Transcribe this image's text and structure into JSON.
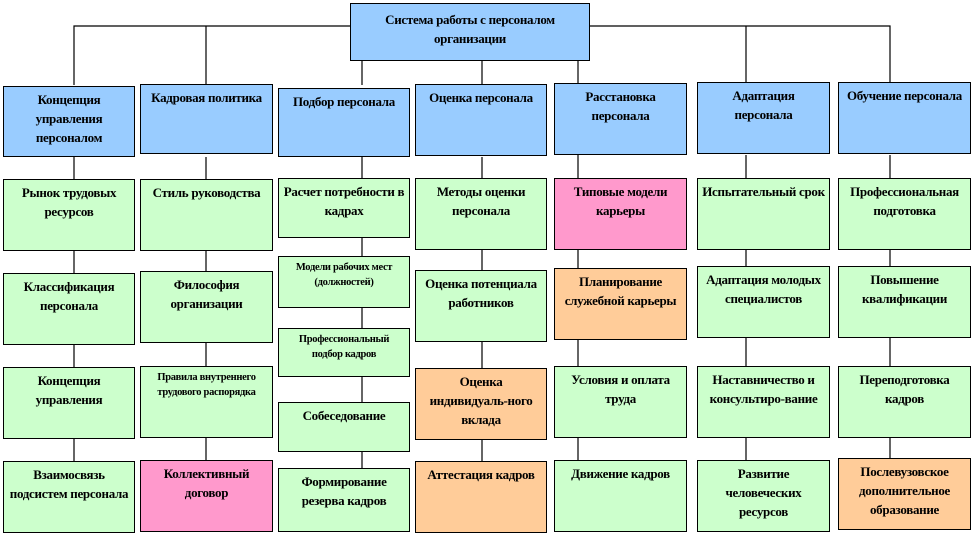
{
  "colors": {
    "blue": "#99ccff",
    "green": "#ccffcc",
    "pink": "#ff99cc",
    "orange": "#ffcc99"
  },
  "root": {
    "label": "Система работы с персоналом организации",
    "color": "blue"
  },
  "columns": [
    {
      "header": "Концепция управления персоналом",
      "items": [
        {
          "label": "Рынок трудовых ресурсов",
          "color": "green"
        },
        {
          "label": "Классификация персонала",
          "color": "green"
        },
        {
          "label": "Концепция управления",
          "color": "green"
        },
        {
          "label": "Взаимосвязь подсистем персонала",
          "color": "green"
        }
      ]
    },
    {
      "header": "Кадровая политика",
      "items": [
        {
          "label": "Стиль руководства",
          "color": "green"
        },
        {
          "label": "Философия организации",
          "color": "green"
        },
        {
          "label": "Правила внутреннего трудового распорядка",
          "color": "green"
        },
        {
          "label": "Коллективный договор",
          "color": "pink"
        }
      ]
    },
    {
      "header": "Подбор персонала",
      "items": [
        {
          "label": "Расчет потребности в кадрах",
          "color": "green"
        },
        {
          "label": "Модели рабочих мест (должностей)",
          "color": "green"
        },
        {
          "label": "Профессиональный подбор кадров",
          "color": "green"
        },
        {
          "label": "Собеседование",
          "color": "green"
        },
        {
          "label": "Формирование резерва кадров",
          "color": "green"
        }
      ]
    },
    {
      "header": "Оценка персонала",
      "items": [
        {
          "label": "Методы оценки персонала",
          "color": "green"
        },
        {
          "label": "Оценка потенциала работников",
          "color": "green"
        },
        {
          "label": "Оценка индивидуаль-ного вклада",
          "color": "orange"
        },
        {
          "label": "Аттестация кадров",
          "color": "orange"
        }
      ]
    },
    {
      "header": "Расстановка персонала",
      "items": [
        {
          "label": "Типовые модели карьеры",
          "color": "pink"
        },
        {
          "label": "Планирование служебной карьеры",
          "color": "orange"
        },
        {
          "label": "Условия и оплата труда",
          "color": "green"
        },
        {
          "label": "Движение кадров",
          "color": "green"
        }
      ]
    },
    {
      "header": "Адаптация персонала",
      "items": [
        {
          "label": "Испытательный срок",
          "color": "green"
        },
        {
          "label": "Адаптация молодых специалистов",
          "color": "green"
        },
        {
          "label": "Наставничество и консультиро-вание",
          "color": "green"
        },
        {
          "label": "Развитие человеческих ресурсов",
          "color": "green"
        }
      ]
    },
    {
      "header": "Обучение персонала",
      "items": [
        {
          "label": "Профессиональная подготовка",
          "color": "green"
        },
        {
          "label": "Повышение квалификации",
          "color": "green"
        },
        {
          "label": "Переподготовка кадров",
          "color": "green"
        },
        {
          "label": "Послевузовское дополнительное образование",
          "color": "orange"
        }
      ]
    }
  ]
}
